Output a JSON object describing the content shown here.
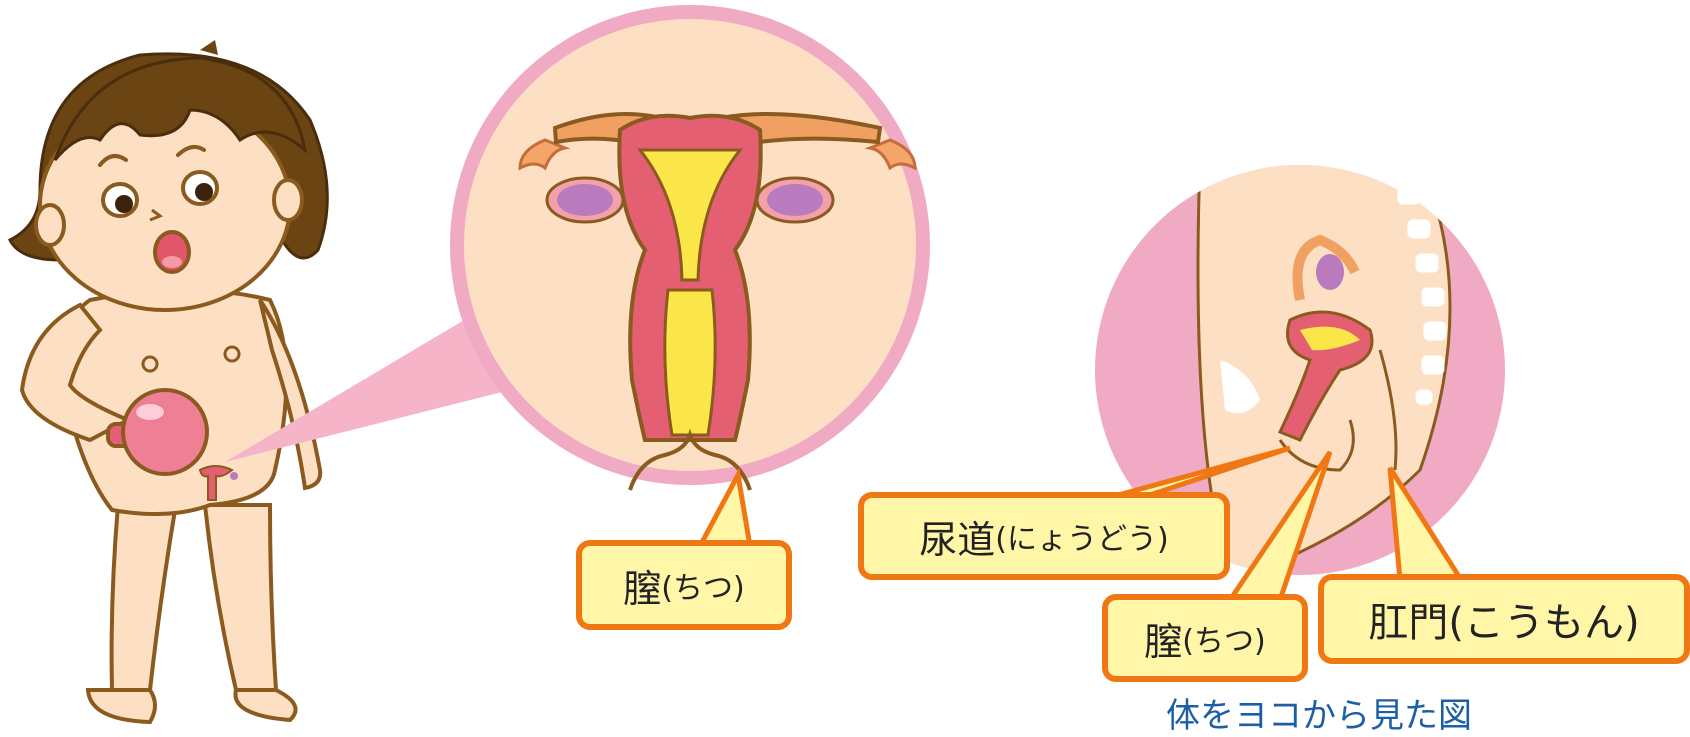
{
  "labels": {
    "vagina_front": {
      "main": "膣",
      "ruby": "(ちつ)"
    },
    "urethra": {
      "main": "尿道",
      "ruby": "(にょうどう)"
    },
    "vagina_side": {
      "main": "膣",
      "ruby": "(ちつ)"
    },
    "anus": {
      "main": "肛門",
      "ruby": "(こうもん)"
    }
  },
  "caption": "体をヨコから見た図",
  "colors": {
    "skin": "#fde0c4",
    "outline": "#8a5a1e",
    "hair": "#6b4414",
    "circle_ring": "#f0aac4",
    "uterus": "#e45f72",
    "fallopian": "#f0a060",
    "ovary": "#b97bbd",
    "canal": "#fbe64a",
    "callout_fill": "#fff6a8",
    "callout_border": "#f07814",
    "caption_text": "#1d5fa6"
  }
}
